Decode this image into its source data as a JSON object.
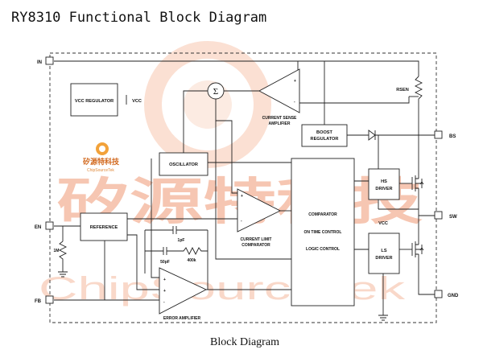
{
  "title": "RY8310 Functional Block Diagram",
  "caption": "Block Diagram",
  "watermark": {
    "logo_cn": "矽源特科技",
    "logo_en": "ChipSourceTek",
    "big_cn": "矽源特科技",
    "big_en": "ChipSourceTek",
    "color": "#f6c6b2"
  },
  "pins": {
    "in": "IN",
    "en": "EN",
    "fb": "FB",
    "bs": "BS",
    "sw": "SW",
    "gnd": "GND"
  },
  "blocks": {
    "vcc_regulator": "VCC REGULATOR",
    "vcc_label": "VCC",
    "sigma": "Σ",
    "current_sense_amp": [
      "CURRENT SENSE",
      "AMPLIFIER"
    ],
    "rsen": "RSEN",
    "boost_regulator": [
      "BOOST",
      "REGULATOR"
    ],
    "oscillator": "OSCILLATOR",
    "reference": "REFERENCE",
    "current_limit_comp": [
      "CURRENT LIMIT",
      "COMPARATOR"
    ],
    "comparator_block": [
      "COMPARATOR",
      "ON TIME CONTROL",
      "LOGIC CONTROL"
    ],
    "hs_driver": [
      "HS",
      "DRIVER"
    ],
    "ls_driver": [
      "LS",
      "DRIVER"
    ],
    "vcc_mid": "VCC",
    "error_amplifier": "ERROR AMPLIFIER",
    "resistor_1m": "1M",
    "cap_1pf": "1pF",
    "cap_50pf": "50pF",
    "res_400k": "400k"
  }
}
